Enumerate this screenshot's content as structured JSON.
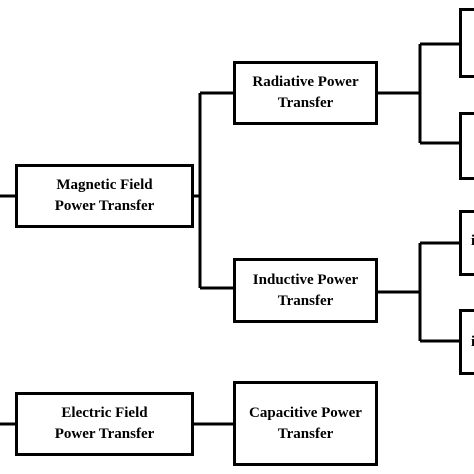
{
  "nodes": {
    "magnetic_field": {
      "line1": "Magnetic Field",
      "line2": "Power Transfer"
    },
    "radiative": {
      "line1": "Radiative Power",
      "line2": "Transfer"
    },
    "inductive": {
      "line1": "Inductive Power",
      "line2": "Transfer"
    },
    "electric_field": {
      "line1": "Electric Field",
      "line2": "Power Transfer"
    },
    "capacitive": {
      "line1": "Capacitive Power",
      "line2": "Transfer"
    }
  },
  "clipped_fragments": {
    "right_box_2": "i",
    "right_box_3": "i"
  }
}
